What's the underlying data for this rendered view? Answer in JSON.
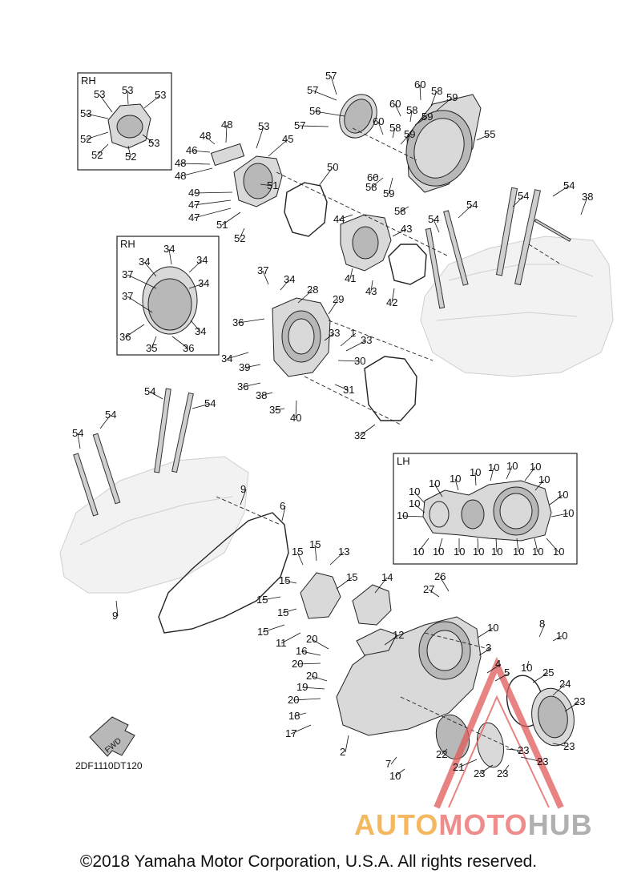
{
  "diagram": {
    "inset_rh_top": "RH",
    "inset_rh_mid": "RH",
    "inset_lh": "LH",
    "fwd_label": "FWD",
    "drawing_code": "2DF1110DT120",
    "copyright": "©2018 Yamaha Motor Corporation, U.S.A. All rights reserved.",
    "watermark": {
      "part1": "AUTO",
      "part2": "MOTO",
      "part3": "HUB"
    },
    "colors": {
      "line": "#222222",
      "part_fill": "#d9d9d9",
      "ghost_fill": "#f2f2f2",
      "watermark_red": "#e05a5a"
    }
  },
  "callouts": [
    {
      "id": "c57a",
      "n": "57"
    },
    {
      "id": "c57b",
      "n": "57"
    },
    {
      "id": "c56",
      "n": "56"
    },
    {
      "id": "c57c",
      "n": "57"
    },
    {
      "id": "c60a",
      "n": "60"
    },
    {
      "id": "c58a",
      "n": "58"
    },
    {
      "id": "c59a",
      "n": "59"
    },
    {
      "id": "c60b",
      "n": "60"
    },
    {
      "id": "c58b",
      "n": "58"
    },
    {
      "id": "c59b",
      "n": "59"
    },
    {
      "id": "c60c",
      "n": "60"
    },
    {
      "id": "c58c",
      "n": "58"
    },
    {
      "id": "c59c",
      "n": "59"
    },
    {
      "id": "c55",
      "n": "55"
    },
    {
      "id": "c60d",
      "n": "60"
    },
    {
      "id": "c58d",
      "n": "58"
    },
    {
      "id": "c59d",
      "n": "59"
    },
    {
      "id": "c58e",
      "n": "58"
    },
    {
      "id": "c53a",
      "n": "53"
    },
    {
      "id": "c53b",
      "n": "53"
    },
    {
      "id": "c53c",
      "n": "53"
    },
    {
      "id": "c53d",
      "n": "53"
    },
    {
      "id": "c52a",
      "n": "52"
    },
    {
      "id": "c53e",
      "n": "53"
    },
    {
      "id": "c52b",
      "n": "52"
    },
    {
      "id": "c52c",
      "n": "52"
    },
    {
      "id": "c48a",
      "n": "48"
    },
    {
      "id": "c53f",
      "n": "53"
    },
    {
      "id": "c48b",
      "n": "48"
    },
    {
      "id": "c45",
      "n": "45"
    },
    {
      "id": "c46",
      "n": "46"
    },
    {
      "id": "c48c",
      "n": "48"
    },
    {
      "id": "c48d",
      "n": "48"
    },
    {
      "id": "c50",
      "n": "50"
    },
    {
      "id": "c49",
      "n": "49"
    },
    {
      "id": "c51a",
      "n": "51"
    },
    {
      "id": "c47a",
      "n": "47"
    },
    {
      "id": "c47b",
      "n": "47"
    },
    {
      "id": "c51b",
      "n": "51"
    },
    {
      "id": "c52d",
      "n": "52"
    },
    {
      "id": "c54a",
      "n": "54"
    },
    {
      "id": "c54b",
      "n": "54"
    },
    {
      "id": "c38",
      "n": "38"
    },
    {
      "id": "c54c",
      "n": "54"
    },
    {
      "id": "c54d",
      "n": "54"
    },
    {
      "id": "c44",
      "n": "44"
    },
    {
      "id": "c43a",
      "n": "43"
    },
    {
      "id": "c41",
      "n": "41"
    },
    {
      "id": "c43b",
      "n": "43"
    },
    {
      "id": "c42",
      "n": "42"
    },
    {
      "id": "c34a",
      "n": "34"
    },
    {
      "id": "c34b",
      "n": "34"
    },
    {
      "id": "c34c",
      "n": "34"
    },
    {
      "id": "c37a",
      "n": "37"
    },
    {
      "id": "c34d",
      "n": "34"
    },
    {
      "id": "c37b",
      "n": "37"
    },
    {
      "id": "c36a",
      "n": "36"
    },
    {
      "id": "c35a",
      "n": "35"
    },
    {
      "id": "c36b",
      "n": "36"
    },
    {
      "id": "c34e",
      "n": "34"
    },
    {
      "id": "c37c",
      "n": "37"
    },
    {
      "id": "c34f",
      "n": "34"
    },
    {
      "id": "c28",
      "n": "28"
    },
    {
      "id": "c29",
      "n": "29"
    },
    {
      "id": "c36c",
      "n": "36"
    },
    {
      "id": "c33a",
      "n": "33"
    },
    {
      "id": "c1",
      "n": "1"
    },
    {
      "id": "c33b",
      "n": "33"
    },
    {
      "id": "c34g",
      "n": "34"
    },
    {
      "id": "c39",
      "n": "39"
    },
    {
      "id": "c30",
      "n": "30"
    },
    {
      "id": "c36d",
      "n": "36"
    },
    {
      "id": "c31",
      "n": "31"
    },
    {
      "id": "c38b",
      "n": "38"
    },
    {
      "id": "c35b",
      "n": "35"
    },
    {
      "id": "c40",
      "n": "40"
    },
    {
      "id": "c32",
      "n": "32"
    },
    {
      "id": "c54e",
      "n": "54"
    },
    {
      "id": "c54f",
      "n": "54"
    },
    {
      "id": "c54g",
      "n": "54"
    },
    {
      "id": "c54h",
      "n": "54"
    },
    {
      "id": "c9a",
      "n": "9"
    },
    {
      "id": "c6",
      "n": "6"
    },
    {
      "id": "c9b",
      "n": "9"
    },
    {
      "id": "l10a",
      "n": "10"
    },
    {
      "id": "l10b",
      "n": "10"
    },
    {
      "id": "l10c",
      "n": "10"
    },
    {
      "id": "l10d",
      "n": "10"
    },
    {
      "id": "l10e",
      "n": "10"
    },
    {
      "id": "l10f",
      "n": "10"
    },
    {
      "id": "l10g",
      "n": "10"
    },
    {
      "id": "l10h",
      "n": "10"
    },
    {
      "id": "l10i",
      "n": "10"
    },
    {
      "id": "l10j",
      "n": "10"
    },
    {
      "id": "l10k",
      "n": "10"
    },
    {
      "id": "l10l",
      "n": "10"
    },
    {
      "id": "l10m",
      "n": "10"
    },
    {
      "id": "l10n",
      "n": "10"
    },
    {
      "id": "l10o",
      "n": "10"
    },
    {
      "id": "l10p",
      "n": "10"
    },
    {
      "id": "l10q",
      "n": "10"
    },
    {
      "id": "l10r",
      "n": "10"
    },
    {
      "id": "l10s",
      "n": "10"
    },
    {
      "id": "l10t",
      "n": "10"
    },
    {
      "id": "c15a",
      "n": "15"
    },
    {
      "id": "c15b",
      "n": "15"
    },
    {
      "id": "c13",
      "n": "13"
    },
    {
      "id": "c15c",
      "n": "15"
    },
    {
      "id": "c15d",
      "n": "15"
    },
    {
      "id": "c14",
      "n": "14"
    },
    {
      "id": "c15e",
      "n": "15"
    },
    {
      "id": "c26",
      "n": "26"
    },
    {
      "id": "c27",
      "n": "27"
    },
    {
      "id": "c15f",
      "n": "15"
    },
    {
      "id": "c15g",
      "n": "15"
    },
    {
      "id": "c11",
      "n": "11"
    },
    {
      "id": "c12",
      "n": "12"
    },
    {
      "id": "c10a",
      "n": "10"
    },
    {
      "id": "c8",
      "n": "8"
    },
    {
      "id": "c10b",
      "n": "10"
    },
    {
      "id": "c20a",
      "n": "20"
    },
    {
      "id": "c16",
      "n": "16"
    },
    {
      "id": "c3",
      "n": "3"
    },
    {
      "id": "c20b",
      "n": "20"
    },
    {
      "id": "c4",
      "n": "4"
    },
    {
      "id": "c10c",
      "n": "10"
    },
    {
      "id": "c25",
      "n": "25"
    },
    {
      "id": "c5",
      "n": "5"
    },
    {
      "id": "c20c",
      "n": "20"
    },
    {
      "id": "c24",
      "n": "24"
    },
    {
      "id": "c19",
      "n": "19"
    },
    {
      "id": "c20d",
      "n": "20"
    },
    {
      "id": "c23a",
      "n": "23"
    },
    {
      "id": "c18",
      "n": "18"
    },
    {
      "id": "c17",
      "n": "17"
    },
    {
      "id": "c22",
      "n": "22"
    },
    {
      "id": "c23b",
      "n": "23"
    },
    {
      "id": "c23c",
      "n": "23"
    },
    {
      "id": "c2",
      "n": "2"
    },
    {
      "id": "c23d",
      "n": "23"
    },
    {
      "id": "c7",
      "n": "7"
    },
    {
      "id": "c21",
      "n": "21"
    },
    {
      "id": "c23e",
      "n": "23"
    },
    {
      "id": "c23f",
      "n": "23"
    },
    {
      "id": "c10d",
      "n": "10"
    }
  ]
}
